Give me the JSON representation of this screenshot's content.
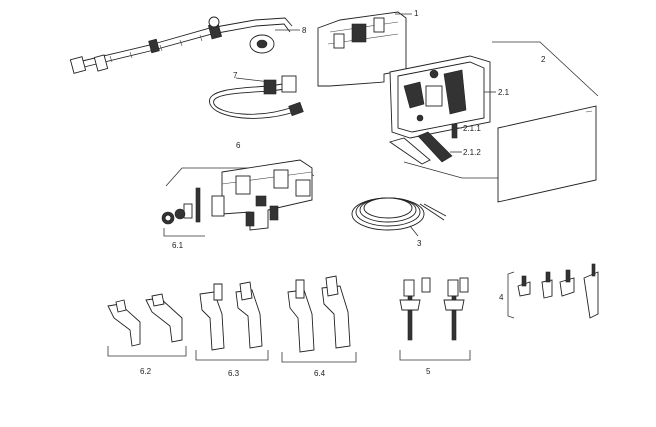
{
  "labels": {
    "l1": "1",
    "l2": "2",
    "l21": "2.1",
    "l211": "2.1.1",
    "l212": "2.1.2",
    "l3": "3",
    "l4": "4",
    "l5": "5",
    "l6": "6",
    "l61": "6.1",
    "l62": "6.2",
    "l63": "6.3",
    "l64": "6.4",
    "l7": "7",
    "l8": "8"
  }
}
